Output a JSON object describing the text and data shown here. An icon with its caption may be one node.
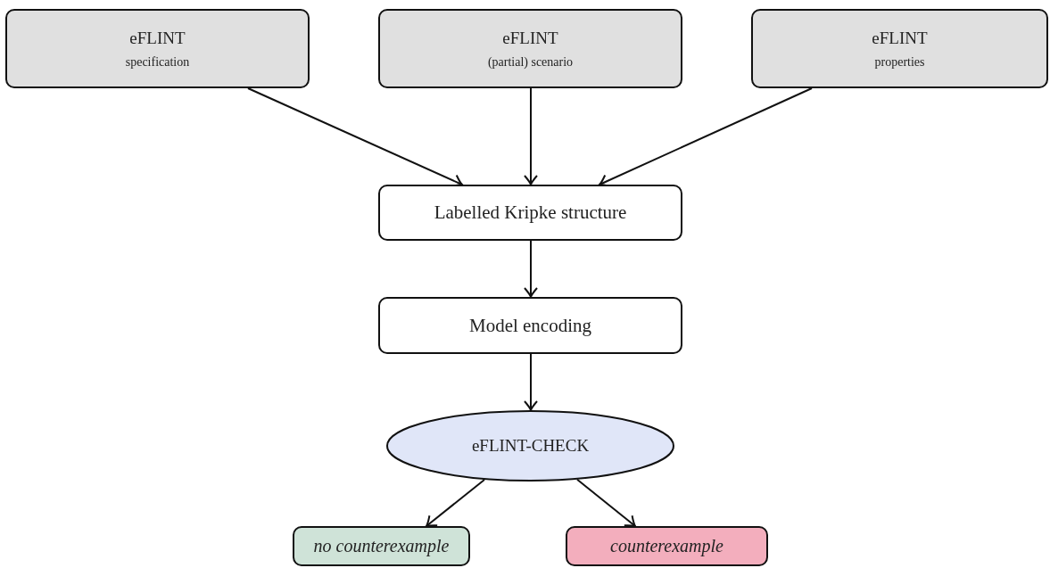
{
  "diagram": {
    "nodes": [
      {
        "text": [
          "eFLINT",
          "specification"
        ]
      },
      {
        "text": [
          "eFLINT",
          "(partial) scenario"
        ]
      },
      {
        "text": [
          "eFLINT",
          "properties"
        ]
      },
      {
        "text": [
          "Labelled Kripke structure"
        ]
      },
      {
        "text": [
          "Model encoding"
        ]
      },
      {
        "text": [
          "eFLINT-CHECK"
        ]
      },
      {
        "text": [
          "no counterexample"
        ]
      },
      {
        "text": [
          "counterexample"
        ]
      }
    ],
    "edges": [
      {
        "from": 0,
        "to": 3,
        "arrow": "to"
      },
      {
        "from": 1,
        "to": 3,
        "arrow": "to"
      },
      {
        "from": 2,
        "to": 3,
        "arrow": "to"
      },
      {
        "from": 3,
        "to": 4,
        "arrow": "to"
      },
      {
        "from": 4,
        "to": 5,
        "arrow": "to"
      },
      {
        "from": 5,
        "to": 6,
        "arrow": "to"
      },
      {
        "from": 5,
        "to": 7,
        "arrow": "to"
      }
    ]
  }
}
